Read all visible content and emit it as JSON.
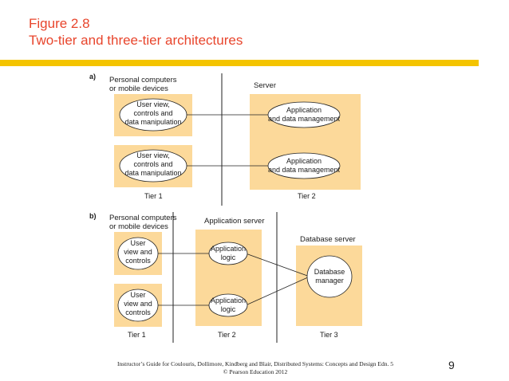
{
  "slide": {
    "figure_number": "Figure 2.8",
    "title": "Two-tier and three-tier architectures",
    "footer_line1": "Instructor’s Guide for  Coulouris, Dollimore, Kindberg and Blair,  Distributed Systems: Concepts and Design   Edn. 5",
    "footer_line2": "©  Pearson Education 2012",
    "page_number": "9"
  },
  "colors": {
    "title": "#e8452c",
    "rule": "#f4c400",
    "box_fill": "#fcd99a"
  },
  "diagram_a": {
    "label": "a)",
    "clients_heading": [
      "Personal computers",
      "or mobile devices"
    ],
    "server_heading": "Server",
    "client_node_text": [
      "User view,",
      "controls and",
      "data manipulation"
    ],
    "server_node_text": [
      "Application",
      "and data management"
    ],
    "tier1": "Tier 1",
    "tier2": "Tier 2"
  },
  "diagram_b": {
    "label": "b)",
    "clients_heading": [
      "Personal computers",
      "or mobile devices"
    ],
    "app_server_heading": "Application server",
    "db_server_heading": "Database server",
    "client_node_text": [
      "User",
      "view and",
      "controls"
    ],
    "app_node_text": [
      "Application",
      "logic"
    ],
    "db_node_text": [
      "Database",
      "manager"
    ],
    "tier1": "Tier 1",
    "tier2": "Tier 2",
    "tier3": "Tier 3"
  }
}
